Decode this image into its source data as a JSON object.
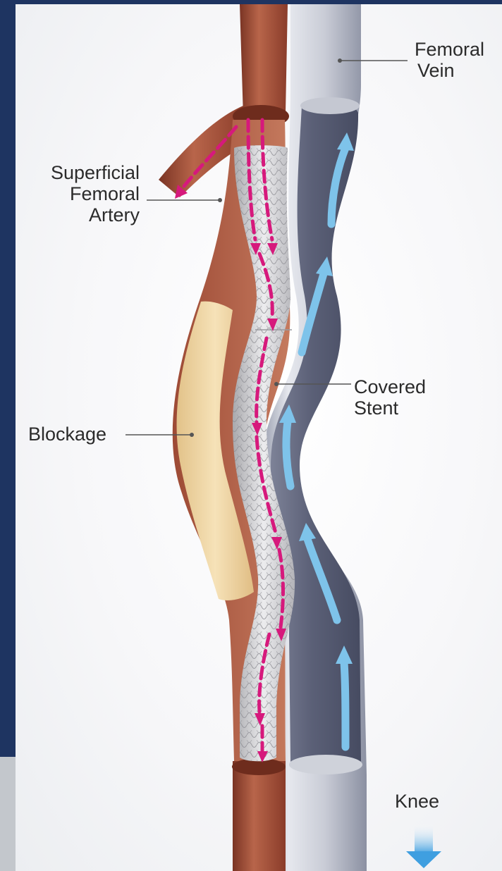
{
  "labels": {
    "femoral_vein": [
      "Femoral",
      "Vein"
    ],
    "superficial_femoral_artery": [
      "Superficial",
      "Femoral",
      "Artery"
    ],
    "covered_stent": [
      "Covered",
      "Stent"
    ],
    "blockage": "Blockage",
    "knee": "Knee"
  },
  "colors": {
    "artery": "#a0503a",
    "vein": "#5a6078",
    "blockage": "#efd6a4",
    "stent": "#d9d9d9",
    "arterial_flow_arrows": "#d6197c",
    "venous_flow_arrows": "#7ec3ea",
    "knee_arrow": "#4fa8e0"
  }
}
